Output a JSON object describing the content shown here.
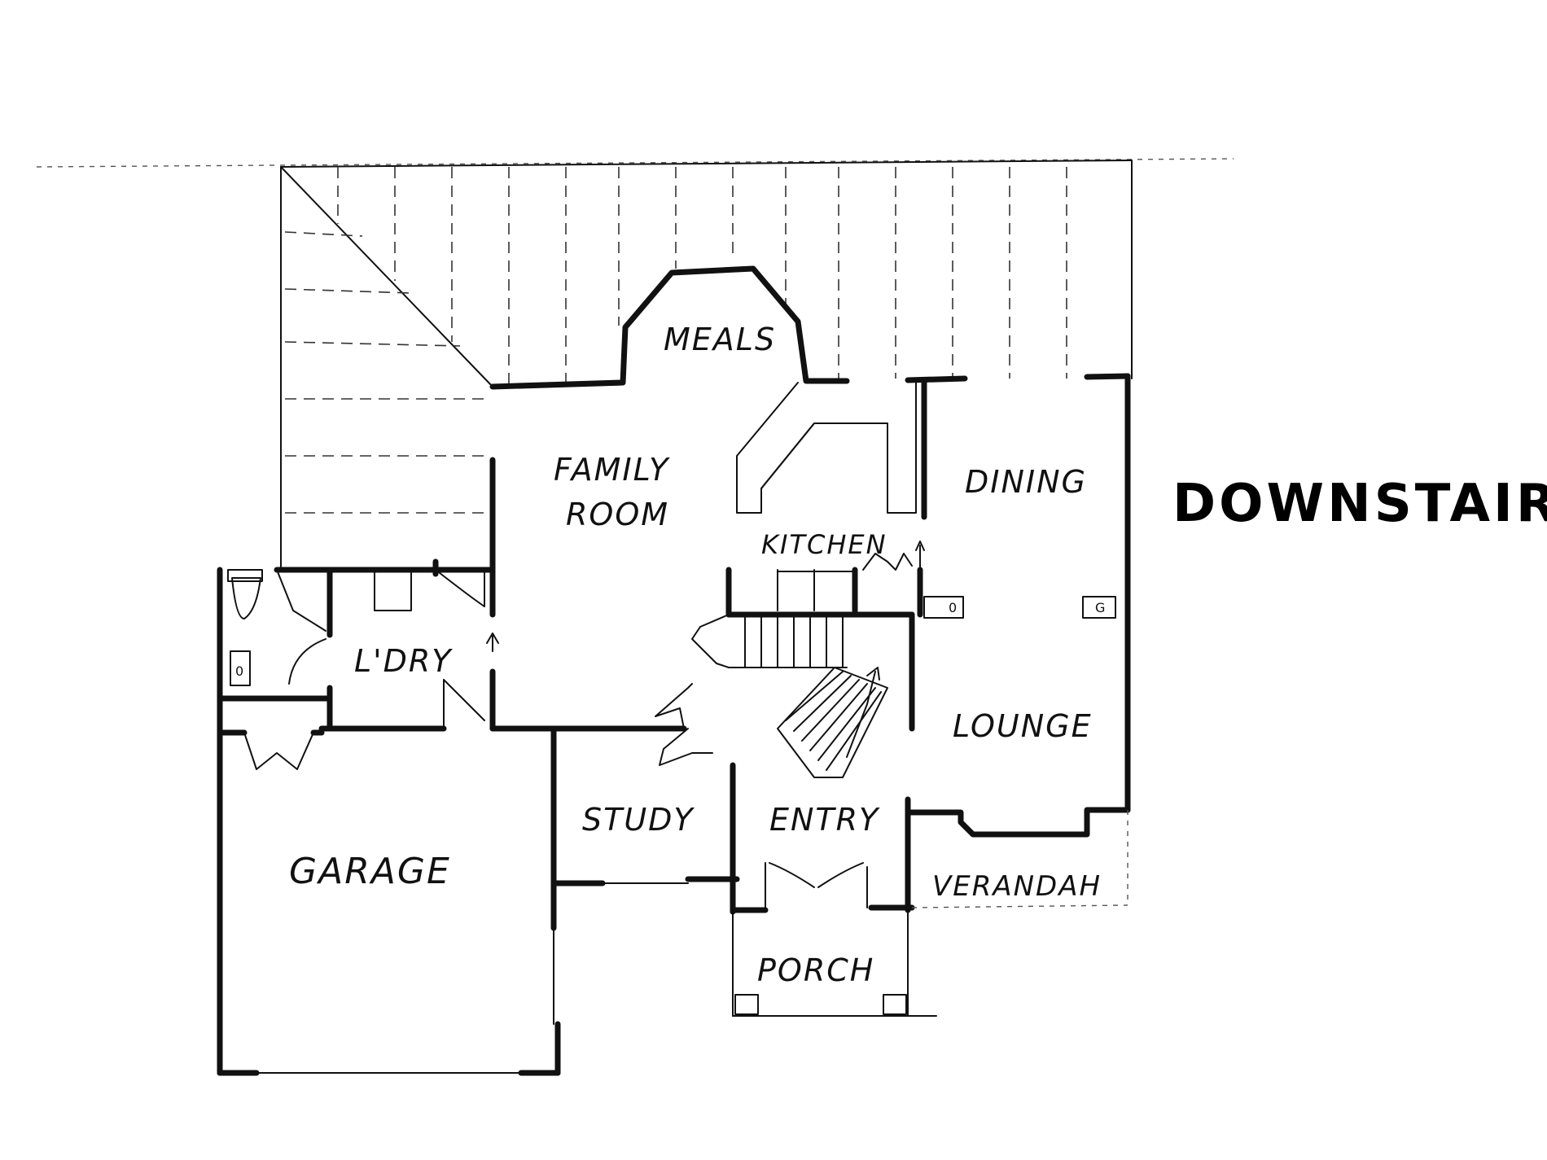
{
  "title": "DOWNSTAIRS",
  "rooms": {
    "meals": "MEALS",
    "family_room_line1": "FAMILY",
    "family_room_line2": "ROOM",
    "kitchen": "KITCHEN",
    "dining": "DINING",
    "ldry": "L'DRY",
    "lounge": "LOUNGE",
    "study": "STUDY",
    "entry": "ENTRY",
    "garage": "GARAGE",
    "verandah": "VERANDAH",
    "porch": "PORCH"
  },
  "fixtures": {
    "wc_mark": "0",
    "fireplace_left": "0",
    "fireplace_right": "G"
  }
}
